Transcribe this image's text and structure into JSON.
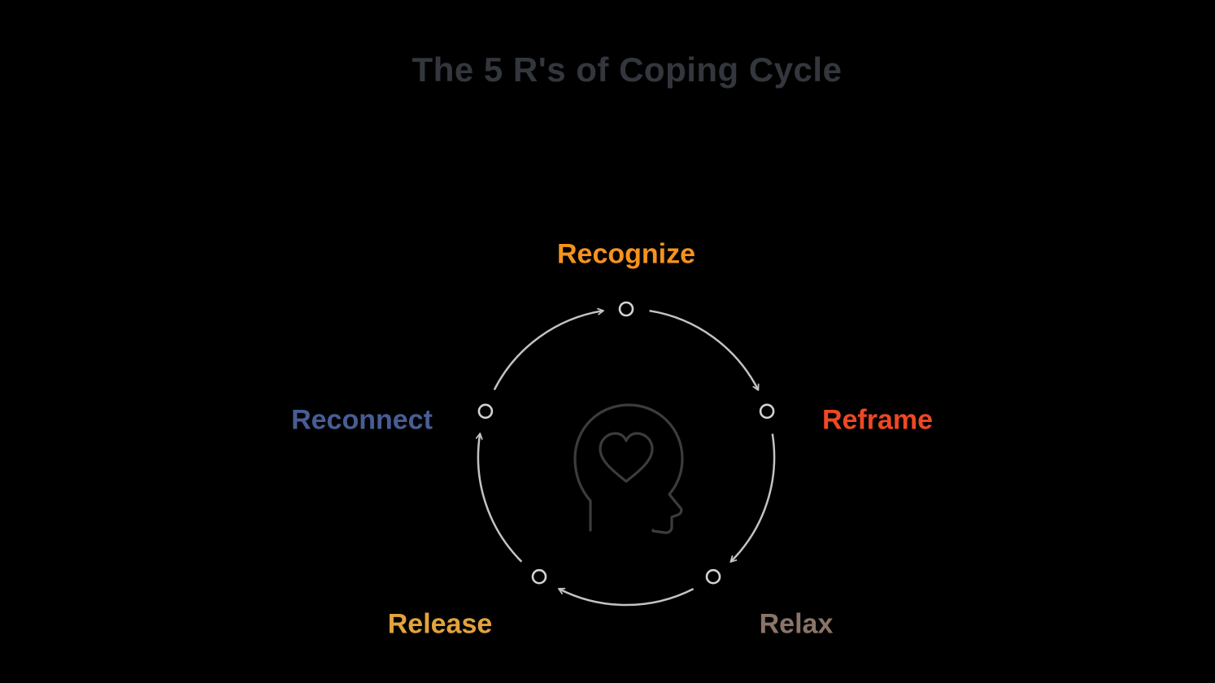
{
  "title": "The 5 R's of Coping Cycle",
  "diagram": {
    "type": "cycle",
    "direction": "clockwise",
    "center_icon": "head-with-heart-icon",
    "steps": [
      {
        "label": "Recognize",
        "color": "#F5921E",
        "position": "top"
      },
      {
        "label": "Reframe",
        "color": "#EF4823",
        "position": "right"
      },
      {
        "label": "Relax",
        "color": "#8B7468",
        "position": "bottom-right"
      },
      {
        "label": "Release",
        "color": "#E2A33D",
        "position": "bottom-left"
      },
      {
        "label": "Reconnect",
        "color": "#485D94",
        "position": "left"
      }
    ]
  },
  "colors": {
    "background": "#000000",
    "title": "#33373D",
    "arc": "#C3C3C3",
    "node_stroke": "#D2D2D2",
    "node_fill": "#000000",
    "icon_stroke": "#3C3C3C"
  }
}
